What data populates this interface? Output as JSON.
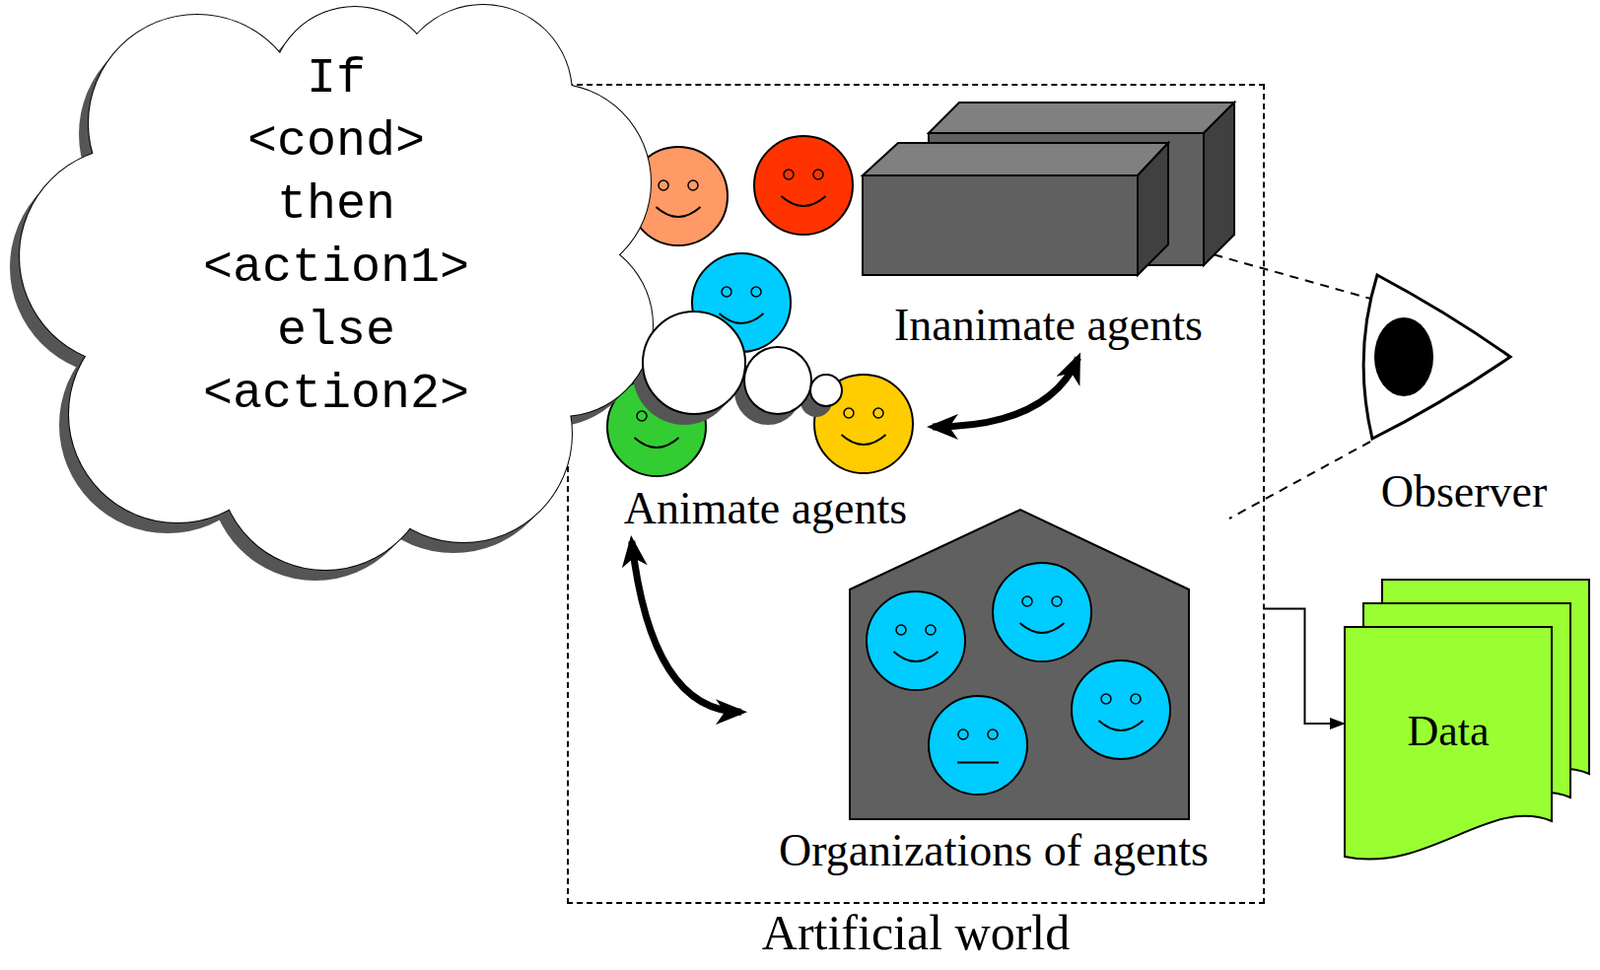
{
  "diagram": {
    "nodes": [
      {
        "text": [
          "If <cond> then <action1> else <action2>"
        ]
      },
      {
        "text": [
          "Artificial world"
        ]
      },
      {
        "text": [
          "Inanimate agents"
        ],
        "in": 1
      },
      {
        "text": [
          "Animate agents"
        ],
        "in": 1
      },
      {
        "text": [
          "Organizations of agents"
        ],
        "in": 1
      },
      {
        "text": [
          "Data"
        ]
      }
    ],
    "edges": [
      {
        "from": 3,
        "to": 2,
        "arrow": "both"
      },
      {
        "from": 3,
        "to": 4,
        "arrow": "both"
      },
      {
        "from": 1,
        "to": 5,
        "arrow": "to"
      }
    ],
    "labels": [
      "Observer"
    ]
  }
}
